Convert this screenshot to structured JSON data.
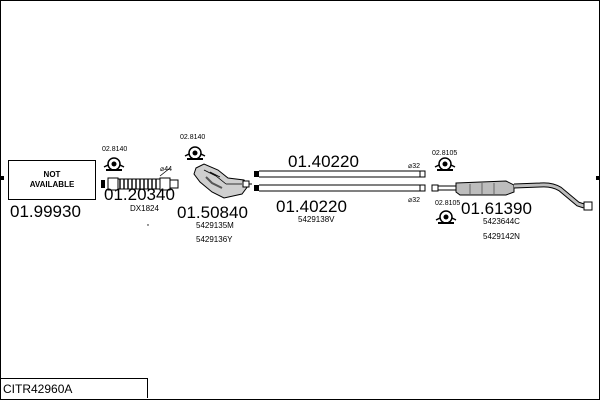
{
  "diagram": {
    "not_available_text": [
      "NOT",
      "AVAILABLE"
    ],
    "parts": {
      "front_pipe_number": "01.99930",
      "flex_pipe_number": "01.20340",
      "flex_pipe_ref": "DX1824",
      "cat_number": "01.50840",
      "cat_refs": [
        "5429135M",
        "5429136Y"
      ],
      "middle_pipe_top_number": "01.40220",
      "middle_pipe_bottom_number": "01.40220",
      "middle_pipe_ref": "5429138V",
      "rear_silencer_number": "01.61390",
      "rear_silencer_refs": [
        "5423644C",
        "5429142N"
      ]
    },
    "clamps": {
      "clamp_left": "02.8140",
      "clamp_cat": "02.8140",
      "clamp_rear_top": "02.8105",
      "clamp_rear_bottom": "02.8105"
    },
    "diameters": {
      "flex_diameter": "⌀44",
      "pipe_top_diameter": "⌀32",
      "pipe_bottom_diameter": "⌀32"
    },
    "kit_code": "CITR42960A"
  }
}
